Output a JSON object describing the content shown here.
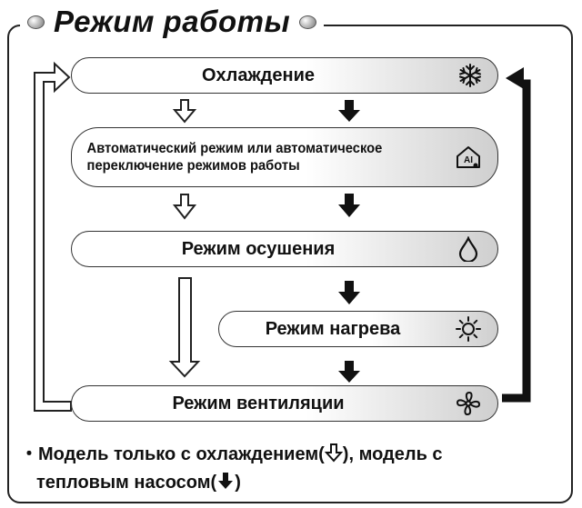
{
  "title": "Режим работы",
  "modes": [
    {
      "label": "Охлаждение",
      "icon": "snowflake-icon"
    },
    {
      "label_line1": "Автоматический режим или автоматическое",
      "label_line2": "переключение режимов работы",
      "icon": "auto-ai-icon"
    },
    {
      "label": "Режим осушения",
      "icon": "water-drop-icon"
    },
    {
      "label": "Режим нагрева",
      "icon": "sun-icon"
    },
    {
      "label": "Режим вентиляции",
      "icon": "fan-icon"
    }
  ],
  "notes": {
    "line1_prefix": "Модель только с охлаждением(",
    "line1_suffix": "), модель с",
    "line2_prefix": "тепловым насосом(",
    "line2_suffix": ")"
  }
}
